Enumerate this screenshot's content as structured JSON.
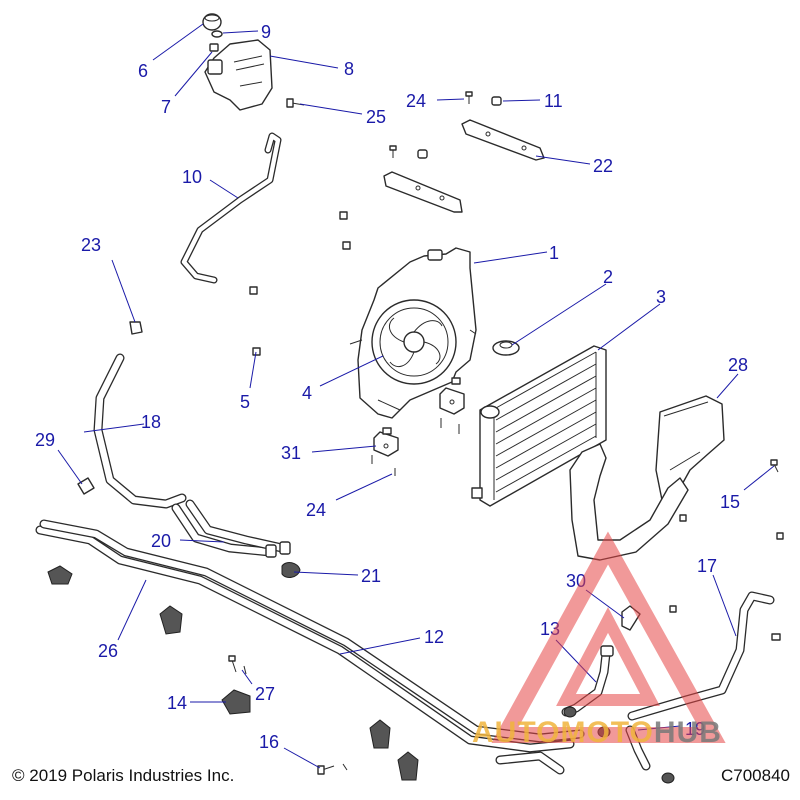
{
  "diagram": {
    "callouts": [
      "1",
      "2",
      "3",
      "4",
      "5",
      "6",
      "7",
      "8",
      "9",
      "10",
      "11",
      "12",
      "13",
      "14",
      "15",
      "16",
      "17",
      "18",
      "19",
      "20",
      "21",
      "22",
      "23",
      "24",
      "24",
      "25",
      "26",
      "27",
      "28",
      "29",
      "30",
      "31"
    ],
    "copyright": "© 2019 Polaris Industries Inc.",
    "drawing_number": "C700840"
  },
  "watermark": {
    "brand_part1": "AUTOMOTO",
    "brand_part2": "HUB",
    "colors": {
      "red": "#e64646",
      "amber": "#f0b43c",
      "gray": "#787878"
    }
  },
  "colors": {
    "callout": "#1a1aa8",
    "line_art": "#2b2b2b"
  }
}
